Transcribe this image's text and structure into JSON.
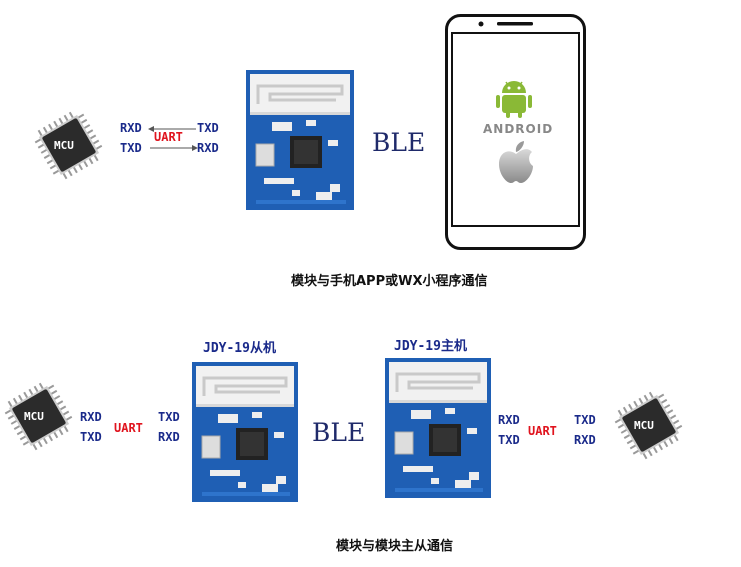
{
  "top": {
    "mcu_label": "MCU",
    "signals_left": [
      "RXD",
      "TXD"
    ],
    "uart_label": "UART",
    "signals_right": [
      "TXD",
      "RXD"
    ],
    "link_label": "BLE",
    "phone": {
      "android_wordmark": "ANDROID"
    },
    "caption": "模块与手机APP或WX小程序通信"
  },
  "bottom": {
    "left_mcu_label": "MCU",
    "left_mcu_signals": [
      "RXD",
      "TXD"
    ],
    "left_uart_label": "UART",
    "slave_module_title": "JDY-19从机",
    "slave_signals": [
      "TXD",
      "RXD"
    ],
    "link_label": "BLE",
    "master_module_title": "JDY-19主机",
    "master_signals": [
      "RXD",
      "TXD"
    ],
    "right_uart_label": "UART",
    "right_mcu_signals": [
      "TXD",
      "RXD"
    ],
    "right_mcu_label": "MCU",
    "caption": "模块与模块主从通信"
  },
  "colors": {
    "signal": "#1a2a8a",
    "uart": "#e0141e",
    "pcb": "#1f5fb4",
    "chip": "#2b2b2b",
    "android": "#8ab936"
  }
}
